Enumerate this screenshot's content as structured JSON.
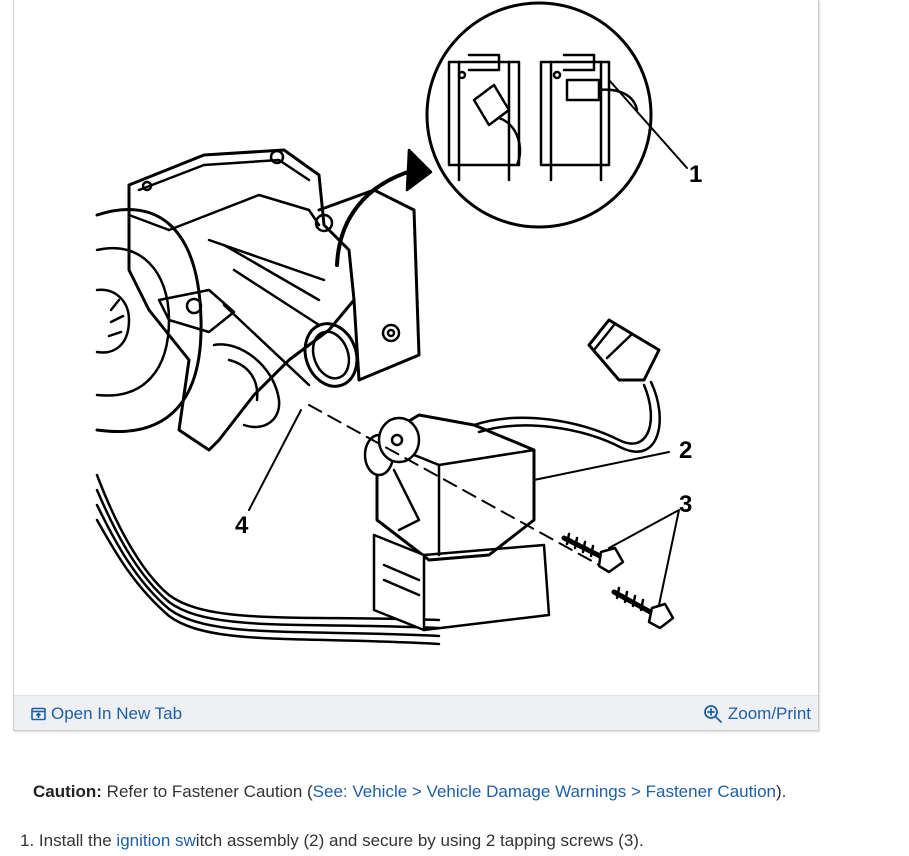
{
  "figure": {
    "callouts": [
      "1",
      "2",
      "3",
      "4"
    ],
    "open_tab_label": "Open In New Tab",
    "zoom_label": "Zoom/Print",
    "open_tab_icon": "open-new-tab-icon",
    "zoom_icon": "zoom-in-icon",
    "link_color": "#1d5fa6"
  },
  "caution": {
    "label": "Caution:",
    "text_before": "Refer to Fastener Caution (",
    "link": "See: Vehicle > Vehicle Damage Warnings > Fastener Caution",
    "text_after": ")."
  },
  "steps": [
    {
      "number": "1.",
      "text_before": "Install the ",
      "link": "ignition sw",
      "text_after": "itch assembly (2) and secure by using 2 tapping screws (3)."
    }
  ]
}
